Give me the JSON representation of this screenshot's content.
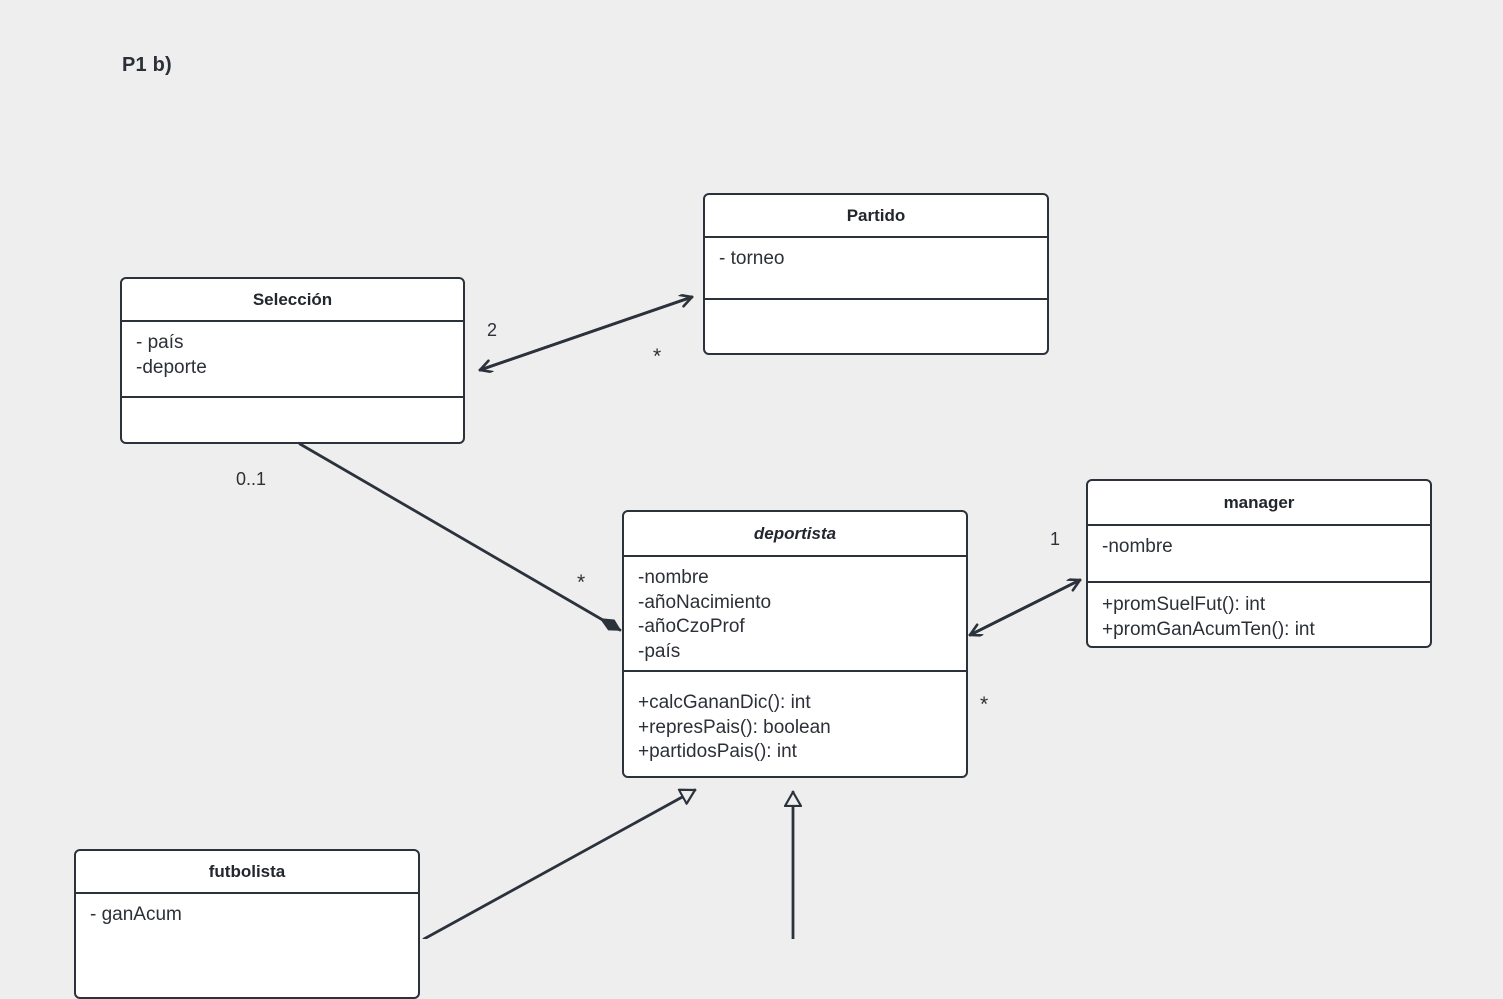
{
  "title": "P1 b)",
  "colors": {
    "background": "#efeeee",
    "box_fill": "#ffffff",
    "stroke": "#2b323c",
    "text": "#2c3037"
  },
  "classes": [
    {
      "id": "seleccion",
      "name": "Selección",
      "abstract": false,
      "attributes": [
        "- país",
        "-deporte"
      ],
      "methods": []
    },
    {
      "id": "partido",
      "name": "Partido",
      "abstract": false,
      "attributes": [
        "- torneo"
      ],
      "methods": []
    },
    {
      "id": "deportista",
      "name": "deportista",
      "abstract": true,
      "attributes": [
        "-nombre",
        "-añoNacimiento",
        "-añoCzoProf",
        "-país"
      ],
      "methods": [
        "+calcGananDic(): int",
        "+represPais(): boolean",
        "+partidosPais(): int"
      ]
    },
    {
      "id": "manager",
      "name": "manager",
      "abstract": false,
      "attributes": [
        "-nombre"
      ],
      "methods": [
        "+promSuelFut(): int",
        "+promGanAcumTen(): int"
      ]
    },
    {
      "id": "futbolista",
      "name": "futbolista",
      "abstract": false,
      "attributes": [
        "- ganAcum"
      ],
      "methods": []
    }
  ],
  "relationships": [
    {
      "id": "seleccion-partido",
      "type": "bidirectional-association",
      "from": "seleccion",
      "to": "partido",
      "from_multiplicity": "2",
      "to_multiplicity": "*"
    },
    {
      "id": "seleccion-deportista",
      "type": "composition",
      "from": "seleccion",
      "to": "deportista",
      "from_multiplicity": "0..1",
      "to_multiplicity": "*"
    },
    {
      "id": "deportista-manager",
      "type": "bidirectional-association",
      "from": "deportista",
      "to": "manager",
      "from_multiplicity": "*",
      "to_multiplicity": "1"
    },
    {
      "id": "futbolista-deportista",
      "type": "generalization",
      "from": "futbolista",
      "to": "deportista",
      "from_multiplicity": "",
      "to_multiplicity": ""
    },
    {
      "id": "unknown-deportista",
      "type": "generalization",
      "from": "",
      "to": "deportista",
      "from_multiplicity": "",
      "to_multiplicity": ""
    }
  ],
  "multiplicity_labels": {
    "seleccion_to_partido": "2",
    "partido_to_seleccion": "*",
    "seleccion_to_deportista": "0..1",
    "deportista_from_seleccion": "*",
    "manager_to_deportista": "1",
    "deportista_to_manager": "*"
  }
}
